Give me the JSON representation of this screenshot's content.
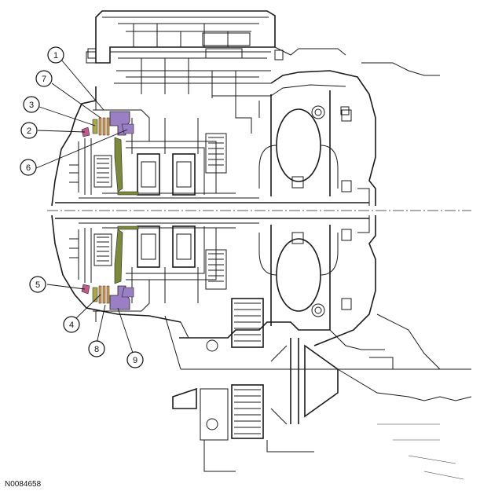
{
  "figure_id": "N0084658",
  "colors": {
    "line": "#1a1a1a",
    "piston": "#9b7fc4",
    "clutch_plate": "#d89a4a",
    "seal": "#c25a8a",
    "snap_ring": "#a8a84a",
    "shaft": "#7a8a3a"
  },
  "callouts": [
    {
      "label": "1"
    },
    {
      "label": "2"
    },
    {
      "label": "3"
    },
    {
      "label": "4"
    },
    {
      "label": "5"
    },
    {
      "label": "6"
    },
    {
      "label": "7"
    },
    {
      "label": "8"
    },
    {
      "label": "9"
    }
  ]
}
